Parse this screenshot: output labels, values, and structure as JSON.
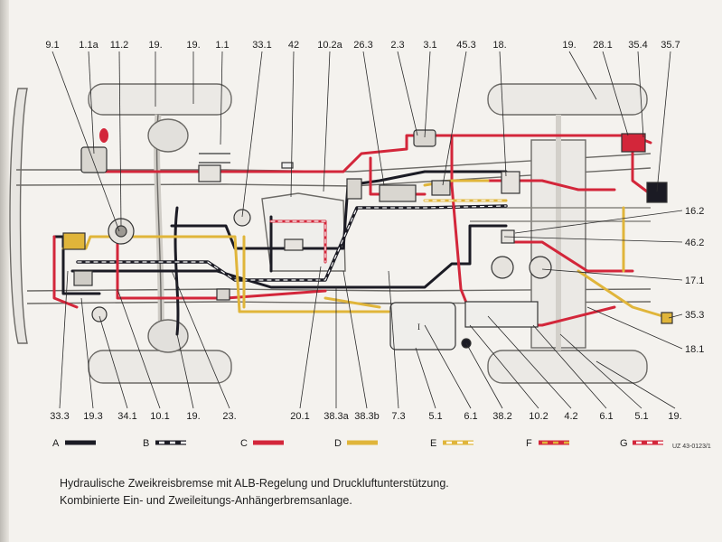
{
  "labels_top": [
    "9.1",
    "1.1a",
    "11.2",
    "19.",
    "19.",
    "1.1",
    "33.1",
    "42",
    "10.2a",
    "26.3",
    "2.3",
    "3.1",
    "45.3",
    "18.",
    "19.",
    "28.1",
    "35.4",
    "35.7"
  ],
  "labels_right": [
    "16.2",
    "46.2",
    "17.1",
    "35.3",
    "18.1"
  ],
  "labels_bottom": [
    "33.3",
    "19.3",
    "34.1",
    "10.1",
    "19.",
    "23.",
    "20.1",
    "38.3a",
    "38.3b",
    "7.3",
    "5.1",
    "6.1",
    "38.2",
    "10.2",
    "4.2",
    "6.1",
    "5.1",
    "19."
  ],
  "tank_label": "I",
  "legend": [
    {
      "key": "A",
      "pattern": "solid",
      "color": "#1b1b24"
    },
    {
      "key": "B",
      "pattern": "dash-white",
      "color": "#1b1b24"
    },
    {
      "key": "C",
      "pattern": "solid",
      "color": "#d3263a"
    },
    {
      "key": "D",
      "pattern": "solid",
      "color": "#e0b53a"
    },
    {
      "key": "E",
      "pattern": "dash-white",
      "color": "#e0b53a"
    },
    {
      "key": "F",
      "pattern": "dash-yellow",
      "color": "#d3263a"
    },
    {
      "key": "G",
      "pattern": "dash-white",
      "color": "#d3263a"
    }
  ],
  "code": "UZ 43-0123/1",
  "caption": {
    "line1": "Hydraulische Zweikreisbremse mit ALB-Regelung und Druckluftunterstützung.",
    "line2": "Kombinierte Ein- und Zweileitungs-Anhängerbremsanlage."
  }
}
